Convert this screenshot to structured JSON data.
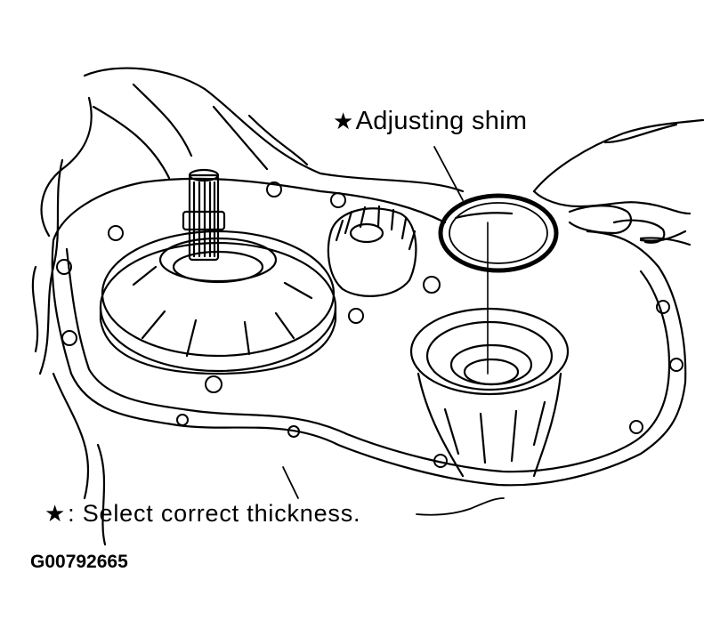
{
  "diagram": {
    "callout_shim": {
      "star": "★",
      "text": "Adjusting shim"
    },
    "footnote": {
      "star": "★",
      "text": ": Select correct thickness."
    },
    "figure_id": "G00792665"
  },
  "colors": {
    "line": "#000000",
    "background": "#ffffff"
  }
}
